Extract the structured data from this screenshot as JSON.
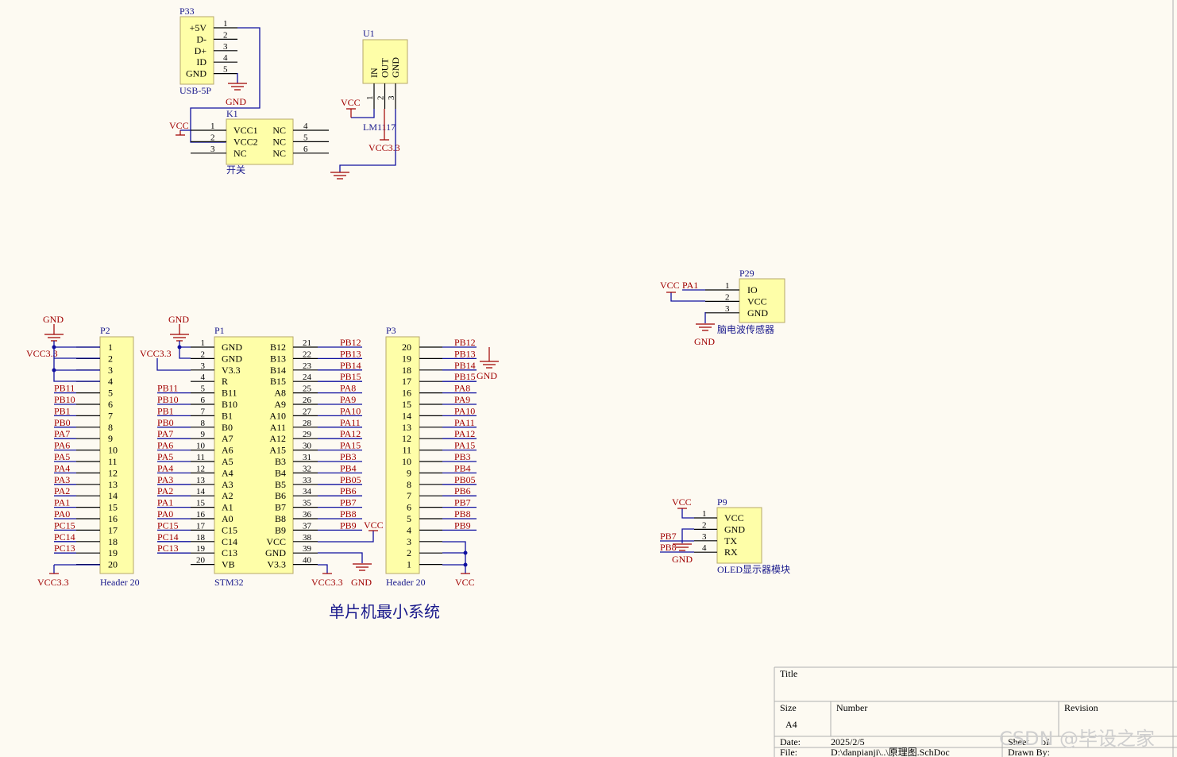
{
  "title_text": "单片机最小系统",
  "p33": {
    "designator": "P33",
    "comment": "USB-5P",
    "pins": [
      "+5V",
      "D-",
      "D+",
      "ID",
      "GND"
    ],
    "numbers": [
      "1",
      "2",
      "3",
      "4",
      "5"
    ],
    "gnd": "GND"
  },
  "u1": {
    "designator": "U1",
    "comment": "LM1117",
    "pins": [
      "IN",
      "OUT",
      "GND"
    ],
    "numbers": [
      "1",
      "2",
      "3"
    ],
    "vcc": "VCC",
    "vcc33": "VCC3.3"
  },
  "k1": {
    "designator": "K1",
    "comment": "开关",
    "vcc": "VCC",
    "left": [
      {
        "n": "1",
        "name": "VCC1"
      },
      {
        "n": "2",
        "name": "VCC2"
      },
      {
        "n": "3",
        "name": "NC"
      }
    ],
    "right": [
      {
        "n": "4",
        "name": "NC"
      },
      {
        "n": "5",
        "name": "NC"
      },
      {
        "n": "6",
        "name": "NC"
      }
    ]
  },
  "p29": {
    "designator": "P29",
    "comment": "脑电波传感器",
    "pins": [
      "IO",
      "VCC",
      "GND"
    ],
    "numbers": [
      "1",
      "2",
      "3"
    ],
    "vcc": "VCC",
    "net": "PA1",
    "gnd": "GND"
  },
  "p9": {
    "designator": "P9",
    "comment": "OLED显示器模块",
    "pins": [
      "VCC",
      "GND",
      "TX",
      "RX"
    ],
    "numbers": [
      "1",
      "2",
      "3",
      "4"
    ],
    "vcc": "VCC",
    "nets": [
      "PB7",
      "PB8"
    ],
    "gnd": "GND"
  },
  "p2": {
    "designator": "P2",
    "comment": "Header 20",
    "gnd": "GND",
    "vcc33_top": "VCC3.3",
    "vcc33_bottom": "VCC3.3",
    "numbers": [
      "1",
      "2",
      "3",
      "4",
      "5",
      "6",
      "7",
      "8",
      "9",
      "10",
      "11",
      "12",
      "13",
      "14",
      "15",
      "16",
      "17",
      "18",
      "19",
      "20"
    ],
    "nets": [
      "PB11",
      "PB10",
      "PB1",
      "PB0",
      "PA7",
      "PA6",
      "PA5",
      "PA4",
      "PA3",
      "PA2",
      "PA1",
      "PA0",
      "PC15",
      "PC14",
      "PC13"
    ]
  },
  "p1": {
    "designator": "P1",
    "comment": "STM32",
    "gnd": "GND",
    "vcc33": "VCC3.3",
    "vcc33_bottom": "VCC3.3",
    "gnd_bottom": "GND",
    "vcc": "VCC",
    "left": [
      {
        "n": "1",
        "name": "GND",
        "net": ""
      },
      {
        "n": "2",
        "name": "GND",
        "net": ""
      },
      {
        "n": "3",
        "name": "V3.3",
        "net": ""
      },
      {
        "n": "4",
        "name": "R",
        "net": ""
      },
      {
        "n": "5",
        "name": "B11",
        "net": "PB11"
      },
      {
        "n": "6",
        "name": "B10",
        "net": "PB10"
      },
      {
        "n": "7",
        "name": "B1",
        "net": "PB1"
      },
      {
        "n": "8",
        "name": "B0",
        "net": "PB0"
      },
      {
        "n": "9",
        "name": "A7",
        "net": "PA7"
      },
      {
        "n": "10",
        "name": "A6",
        "net": "PA6"
      },
      {
        "n": "11",
        "name": "A5",
        "net": "PA5"
      },
      {
        "n": "12",
        "name": "A4",
        "net": "PA4"
      },
      {
        "n": "13",
        "name": "A3",
        "net": "PA3"
      },
      {
        "n": "14",
        "name": "A2",
        "net": "PA2"
      },
      {
        "n": "15",
        "name": "A1",
        "net": "PA1"
      },
      {
        "n": "16",
        "name": "A0",
        "net": "PA0"
      },
      {
        "n": "17",
        "name": "C15",
        "net": "PC15"
      },
      {
        "n": "18",
        "name": "C14",
        "net": "PC14"
      },
      {
        "n": "19",
        "name": "C13",
        "net": "PC13"
      },
      {
        "n": "20",
        "name": "VB",
        "net": ""
      }
    ],
    "right": [
      {
        "n": "21",
        "name": "B12",
        "net": "PB12"
      },
      {
        "n": "22",
        "name": "B13",
        "net": "PB13"
      },
      {
        "n": "23",
        "name": "B14",
        "net": "PB14"
      },
      {
        "n": "24",
        "name": "B15",
        "net": "PB15"
      },
      {
        "n": "25",
        "name": "A8",
        "net": "PA8"
      },
      {
        "n": "26",
        "name": "A9",
        "net": "PA9"
      },
      {
        "n": "27",
        "name": "A10",
        "net": "PA10"
      },
      {
        "n": "28",
        "name": "A11",
        "net": "PA11"
      },
      {
        "n": "29",
        "name": "A12",
        "net": "PA12"
      },
      {
        "n": "30",
        "name": "A15",
        "net": "PA15"
      },
      {
        "n": "31",
        "name": "B3",
        "net": "PB3"
      },
      {
        "n": "32",
        "name": "B4",
        "net": "PB4"
      },
      {
        "n": "33",
        "name": "B5",
        "net": "PB05"
      },
      {
        "n": "34",
        "name": "B6",
        "net": "PB6"
      },
      {
        "n": "35",
        "name": "B7",
        "net": "PB7"
      },
      {
        "n": "36",
        "name": "B8",
        "net": "PB8"
      },
      {
        "n": "37",
        "name": "B9",
        "net": "PB9"
      },
      {
        "n": "38",
        "name": "VCC",
        "net": ""
      },
      {
        "n": "39",
        "name": "GND",
        "net": ""
      },
      {
        "n": "40",
        "name": "V3.3",
        "net": ""
      }
    ]
  },
  "p3": {
    "designator": "P3",
    "comment": "Header 20",
    "gnd": "GND",
    "vcc_bottom": "VCC",
    "numbers": [
      "20",
      "19",
      "18",
      "17",
      "16",
      "15",
      "14",
      "13",
      "12",
      "11",
      "10",
      "9",
      "8",
      "7",
      "6",
      "5",
      "4",
      "3",
      "2",
      "1"
    ],
    "nets": [
      "PB12",
      "PB13",
      "PB14",
      "PB15",
      "PA8",
      "PA9",
      "PA10",
      "PA11",
      "PA12",
      "PA15",
      "PB3",
      "PB4",
      "PB05",
      "PB6",
      "PB7",
      "PB8",
      "PB9"
    ]
  },
  "titleblock": {
    "title_label": "Title",
    "size_label": "Size",
    "size_value": "A4",
    "number_label": "Number",
    "revision_label": "Revision",
    "date_label": "Date:",
    "date_value": "2025/2/5",
    "sheet_label": "Sheet",
    "of_label": "of",
    "file_label": "File:",
    "file_value": "D:\\danpianji\\..\\原理图.SchDoc",
    "drawn_label": "Drawn By:"
  },
  "watermark": "CSDN @毕设之家",
  "colors": {
    "wire": "#1010a0",
    "net_label": "#a00000",
    "body": "#fefea8",
    "designator": "#1a1a8c",
    "background": "#fdfaf2"
  }
}
